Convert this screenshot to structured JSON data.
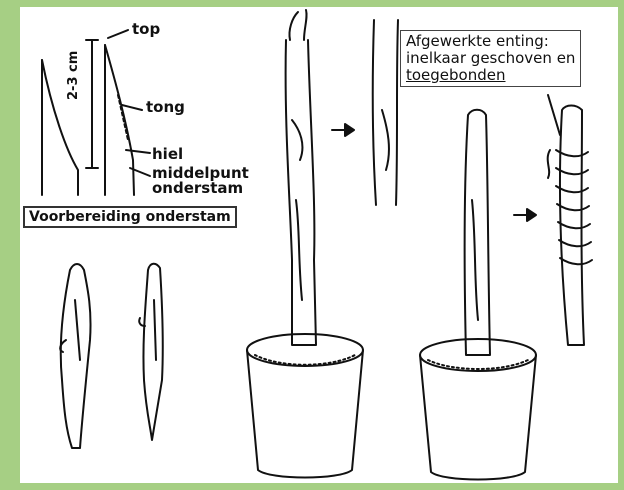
{
  "labels": {
    "top": "top",
    "tong": "tong",
    "hiel": "hiel",
    "middelpunt": "middelpunt",
    "onderstam": "onderstam",
    "measure": "2-3 cm",
    "section_title": "Voorbereiding onderstam"
  },
  "note": {
    "line1": "Afgewerkte enting:",
    "line2": "inelkaar geschoven en",
    "line3": "toegebonden"
  },
  "colors": {
    "outer_border": "#a6cf84",
    "panel": "#ffffff",
    "ink": "#111111"
  }
}
